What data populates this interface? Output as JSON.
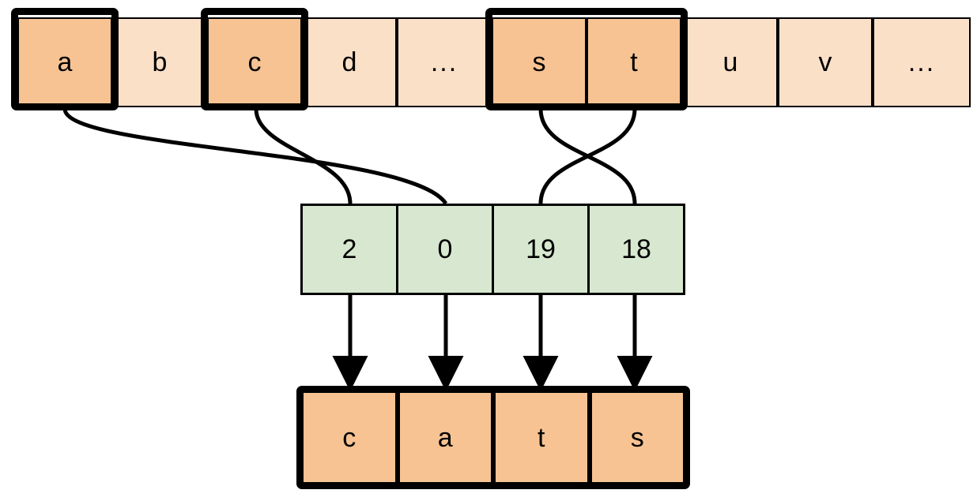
{
  "diagram": {
    "title": "character-index-lookup-diagram",
    "colors": {
      "alphabet_fill": "#fbe0c8",
      "alphabet_fill_selected": "#f7c392",
      "index_fill": "#d8e8d0",
      "output_fill": "#f7c392",
      "stroke": "#000000",
      "background": "#ffffff"
    }
  },
  "alphabet_row": {
    "name": "alphabet-strip",
    "cells": [
      {
        "label": "a",
        "selected": true,
        "is_ellipsis": false
      },
      {
        "label": "b",
        "selected": false,
        "is_ellipsis": false
      },
      {
        "label": "c",
        "selected": true,
        "is_ellipsis": false
      },
      {
        "label": "d",
        "selected": false,
        "is_ellipsis": false
      },
      {
        "label": "...",
        "selected": false,
        "is_ellipsis": true
      },
      {
        "label": "s",
        "selected": true,
        "is_ellipsis": false
      },
      {
        "label": "t",
        "selected": true,
        "is_ellipsis": false
      },
      {
        "label": "u",
        "selected": false,
        "is_ellipsis": false
      },
      {
        "label": "v",
        "selected": false,
        "is_ellipsis": false
      },
      {
        "label": "...",
        "selected": false,
        "is_ellipsis": true
      }
    ]
  },
  "index_row": {
    "name": "index-array",
    "cells": [
      {
        "value": "2"
      },
      {
        "value": "0"
      },
      {
        "value": "19"
      },
      {
        "value": "18"
      }
    ]
  },
  "output_row": {
    "name": "output-word",
    "word": "cats",
    "cells": [
      {
        "label": "c"
      },
      {
        "label": "a"
      },
      {
        "label": "t"
      },
      {
        "label": "s"
      }
    ]
  },
  "connections": {
    "curves": [
      {
        "from_letter": "a",
        "to_index_value": "0",
        "crosses": true
      },
      {
        "from_letter": "c",
        "to_index_value": "2",
        "crosses": true
      },
      {
        "from_letter": "s",
        "to_index_value": "18",
        "crosses": true
      },
      {
        "from_letter": "t",
        "to_index_value": "19",
        "crosses": true
      }
    ],
    "arrows": [
      {
        "from_index_value": "2",
        "to_letter": "c"
      },
      {
        "from_index_value": "0",
        "to_letter": "a"
      },
      {
        "from_index_value": "19",
        "to_letter": "t"
      },
      {
        "from_index_value": "18",
        "to_letter": "s"
      }
    ]
  }
}
